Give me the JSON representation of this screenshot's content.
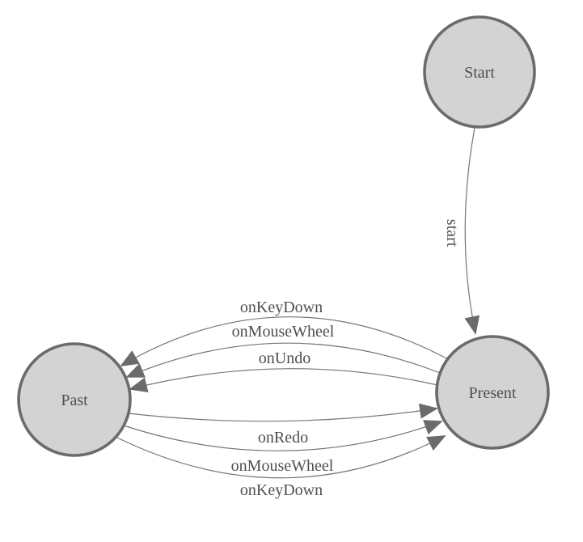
{
  "diagram": {
    "type": "state-machine",
    "nodes": [
      {
        "id": "start",
        "label": "Start"
      },
      {
        "id": "present",
        "label": "Present"
      },
      {
        "id": "past",
        "label": "Past"
      }
    ],
    "edges": [
      {
        "from": "Start",
        "to": "Present",
        "label": "start"
      },
      {
        "from": "Present",
        "to": "Past",
        "label": "onKeyDown"
      },
      {
        "from": "Present",
        "to": "Past",
        "label": "onMouseWheel"
      },
      {
        "from": "Present",
        "to": "Past",
        "label": "onUndo"
      },
      {
        "from": "Past",
        "to": "Present",
        "label": "onRedo"
      },
      {
        "from": "Past",
        "to": "Present",
        "label": "onMouseWheel"
      },
      {
        "from": "Past",
        "to": "Present",
        "label": "onKeyDown"
      }
    ],
    "colors": {
      "node_fill": "#d3d3d3",
      "node_stroke": "#6b6b6b",
      "edge_stroke": "#757575",
      "arrow_fill": "#6b6b6b",
      "text": "#4f4f4f"
    }
  }
}
